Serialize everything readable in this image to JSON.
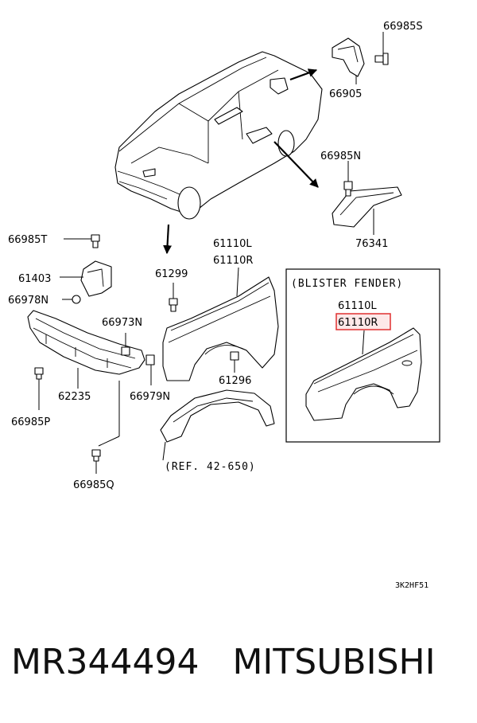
{
  "labels": {
    "p66985S": "66985S",
    "p66905": "66905",
    "p66985N": "66985N",
    "p76341": "76341",
    "p66985T": "66985T",
    "p61403": "61403",
    "p66978N": "66978N",
    "p61299": "61299",
    "p61110L": "61110L",
    "p61110R": "61110R",
    "p66973N": "66973N",
    "p62235": "62235",
    "p66979N": "66979N",
    "p61296": "61296",
    "p66985P": "66985P",
    "p66985Q": "66985Q",
    "ref": "(REF. 42-650)",
    "box_title": "(BLISTER FENDER)",
    "box_61110L": "61110L",
    "box_61110R": "61110R",
    "code": "3K2HF51"
  },
  "footer": {
    "part_number": "MR344494",
    "brand": "MITSUBISHI"
  },
  "colors": {
    "highlight": "#e03030",
    "highlight_fill": "#fde8e8",
    "line": "#000000"
  }
}
